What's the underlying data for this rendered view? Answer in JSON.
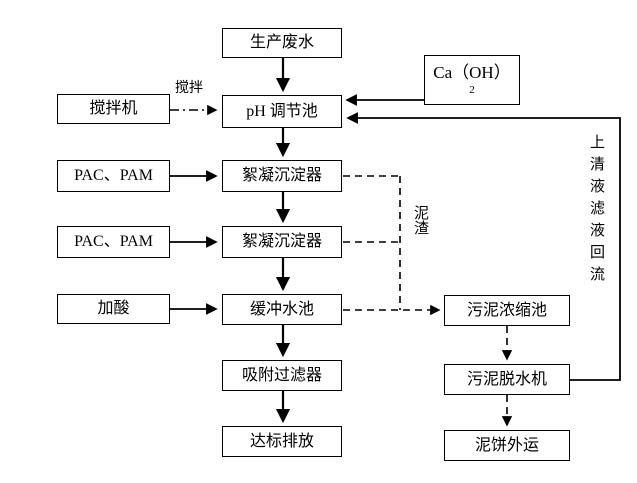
{
  "diagram": {
    "nodes": {
      "production_wastewater": {
        "label": "生产废水"
      },
      "ca_oh2": {
        "label": "Ca（OH）",
        "subscript": "2"
      },
      "mixer": {
        "label": "搅拌机"
      },
      "ph_tank": {
        "label": "pH 调节池"
      },
      "pac_pam_1": {
        "label": "PAC、PAM"
      },
      "floc_1": {
        "label": "絮凝沉淀器"
      },
      "pac_pam_2": {
        "label": "PAC、PAM"
      },
      "floc_2": {
        "label": "絮凝沉淀器"
      },
      "add_acid": {
        "label": "加酸"
      },
      "buffer_tank": {
        "label": "缓冲水池"
      },
      "adsorption_filter": {
        "label": "吸附过滤器"
      },
      "discharge": {
        "label": "达标排放"
      },
      "sludge_thickener": {
        "label": "污泥浓缩池"
      },
      "sludge_dewaterer": {
        "label": "污泥脱水机"
      },
      "mudcake_out": {
        "label": "泥饼外运"
      }
    },
    "edge_labels": {
      "stir": "搅拌",
      "sludge_residue": "泥渣",
      "supernatant_reflux": "上清液滤液回流"
    },
    "colors": {
      "line": "#000000",
      "box_border": "#000000",
      "background": "#ffffff"
    }
  }
}
